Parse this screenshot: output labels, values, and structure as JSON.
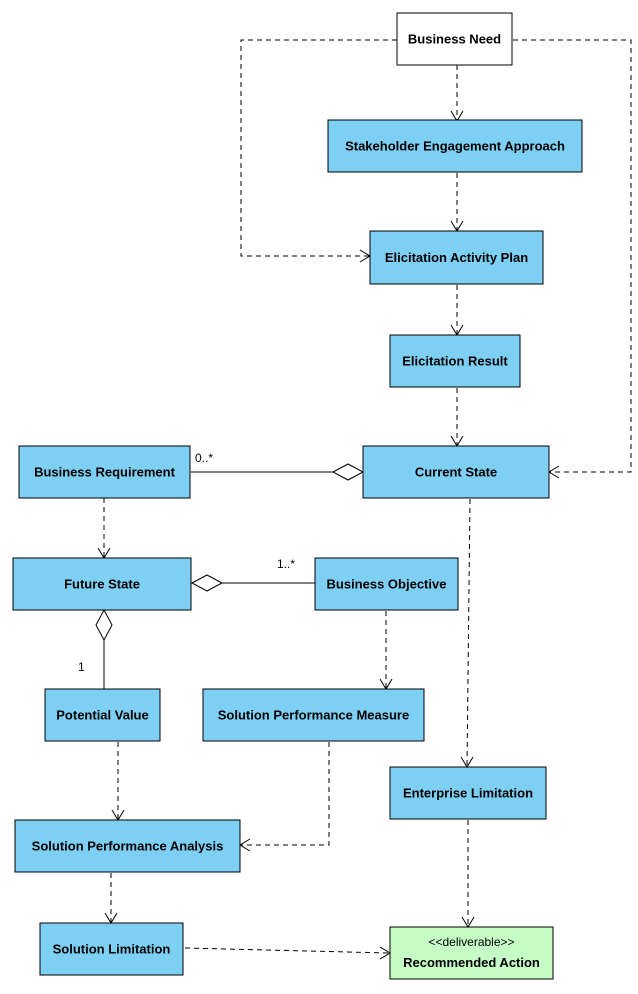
{
  "colors": {
    "class_fill": "#7dcff3",
    "deliverable_fill": "#c5fbc5",
    "plain_fill": "#ffffff",
    "stroke": "#000000"
  },
  "nodes": {
    "business_need": "Business Need",
    "stakeholder_engagement_approach": "Stakeholder Engagement Approach",
    "elicitation_activity_plan": "Elicitation Activity Plan",
    "elicitation_result": "Elicitation Result",
    "business_requirement": "Business Requirement",
    "current_state": "Current State",
    "future_state": "Future State",
    "business_objective": "Business Objective",
    "potential_value": "Potential Value",
    "solution_performance_measure": "Solution Performance Measure",
    "enterprise_limitation": "Enterprise Limitation",
    "solution_performance_analysis": "Solution Performance Analysis",
    "solution_limitation": "Solution Limitation",
    "recommended_action": "Recommended Action",
    "recommended_action_stereotype": "<<deliverable>>"
  },
  "multiplicities": {
    "business_requirement_to_current_state": "0..*",
    "business_objective_to_future_state": "1..*",
    "potential_value_to_future_state": "1"
  }
}
